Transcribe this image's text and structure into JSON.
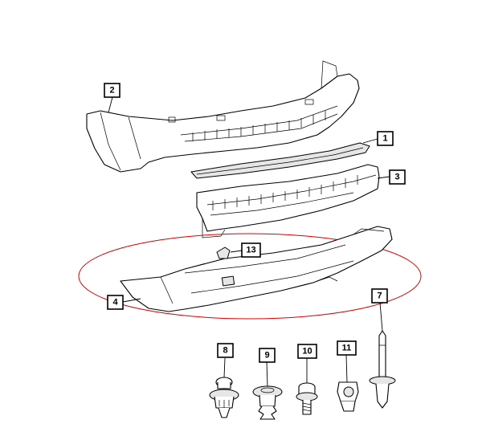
{
  "callouts": {
    "c1": "1",
    "c2": "2",
    "c3": "3",
    "c4": "4",
    "c7": "7",
    "c8": "8",
    "c9": "9",
    "c10": "10",
    "c11": "11",
    "c13": "13"
  },
  "colors": {
    "line": "#000000",
    "background": "#ffffff",
    "highlight": "#d90000",
    "shade": "#e6e6e6"
  }
}
